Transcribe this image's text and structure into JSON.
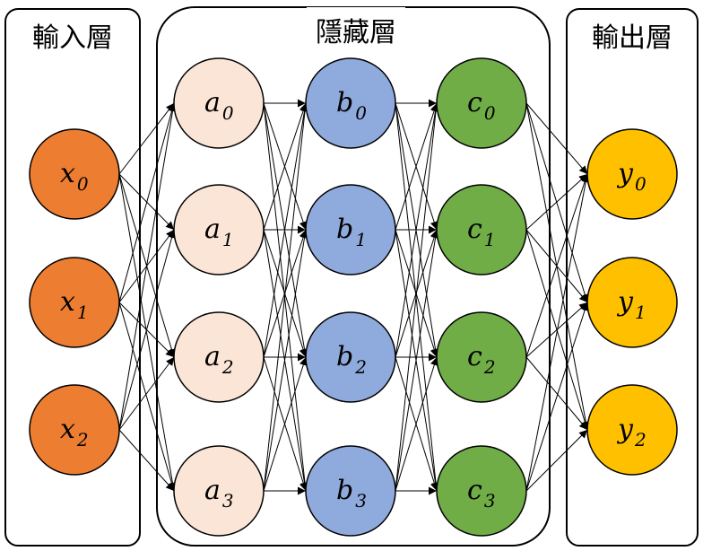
{
  "panels": {
    "input": {
      "title": "輸入層"
    },
    "hidden": {
      "title": "隱藏層"
    },
    "output": {
      "title": "輸出層"
    }
  },
  "layers": [
    {
      "id": "x",
      "fill": "#ED7D31",
      "stroke": "#000000",
      "nodes": [
        {
          "var": "x",
          "sub": "0"
        },
        {
          "var": "x",
          "sub": "1"
        },
        {
          "var": "x",
          "sub": "2"
        }
      ]
    },
    {
      "id": "a",
      "fill": "#FBE5D6",
      "stroke": "#000000",
      "nodes": [
        {
          "var": "a",
          "sub": "0"
        },
        {
          "var": "a",
          "sub": "1"
        },
        {
          "var": "a",
          "sub": "2"
        },
        {
          "var": "a",
          "sub": "3"
        }
      ]
    },
    {
      "id": "b",
      "fill": "#8FAADC",
      "stroke": "#000000",
      "nodes": [
        {
          "var": "b",
          "sub": "0"
        },
        {
          "var": "b",
          "sub": "1"
        },
        {
          "var": "b",
          "sub": "2"
        },
        {
          "var": "b",
          "sub": "3"
        }
      ]
    },
    {
      "id": "c",
      "fill": "#70AD47",
      "stroke": "#000000",
      "nodes": [
        {
          "var": "c",
          "sub": "0"
        },
        {
          "var": "c",
          "sub": "1"
        },
        {
          "var": "c",
          "sub": "2"
        },
        {
          "var": "c",
          "sub": "3"
        }
      ]
    },
    {
      "id": "y",
      "fill": "#FFC000",
      "stroke": "#000000",
      "nodes": [
        {
          "var": "y",
          "sub": "0"
        },
        {
          "var": "y",
          "sub": "1"
        },
        {
          "var": "y",
          "sub": "2"
        }
      ]
    }
  ],
  "connections": "fully-connected between consecutive layers, arrows pointing right"
}
